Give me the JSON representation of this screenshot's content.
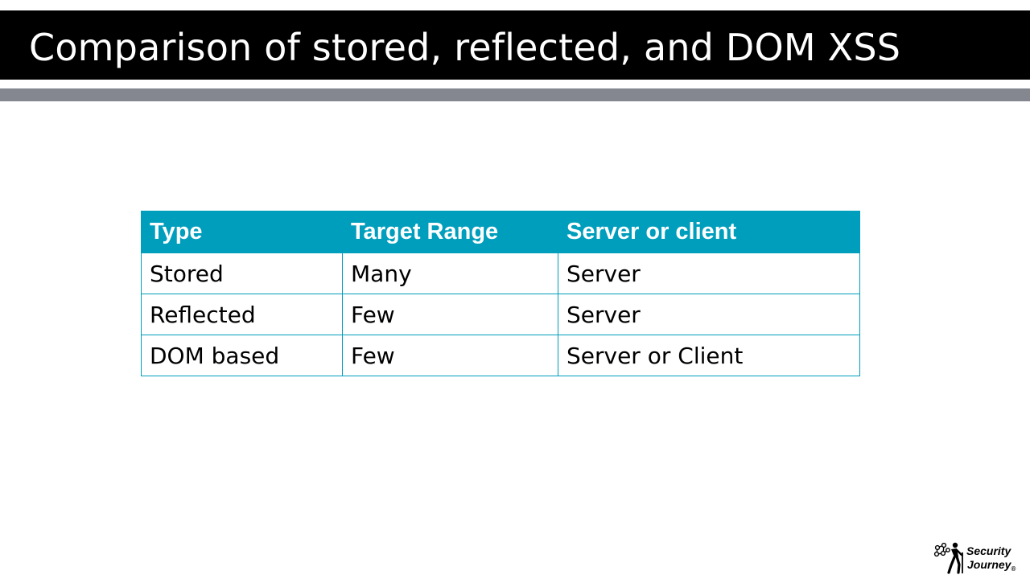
{
  "slide": {
    "title": "Comparison of stored, reflected, and DOM XSS"
  },
  "table": {
    "headers": [
      "Type",
      "Target Range",
      "Server or client"
    ],
    "rows": [
      [
        "Stored",
        "Many",
        "Server"
      ],
      [
        "Reflected",
        "Few",
        "Server"
      ],
      [
        "DOM based",
        "Few",
        "Server or Client"
      ]
    ]
  },
  "logo": {
    "line1": "Security",
    "line2": "Journey",
    "registered": "®",
    "icon": "hiker-network-icon"
  },
  "colors": {
    "title_bar": "#000000",
    "rule": "#858790",
    "table_header": "#009ebd",
    "table_border": "#009ebd"
  }
}
